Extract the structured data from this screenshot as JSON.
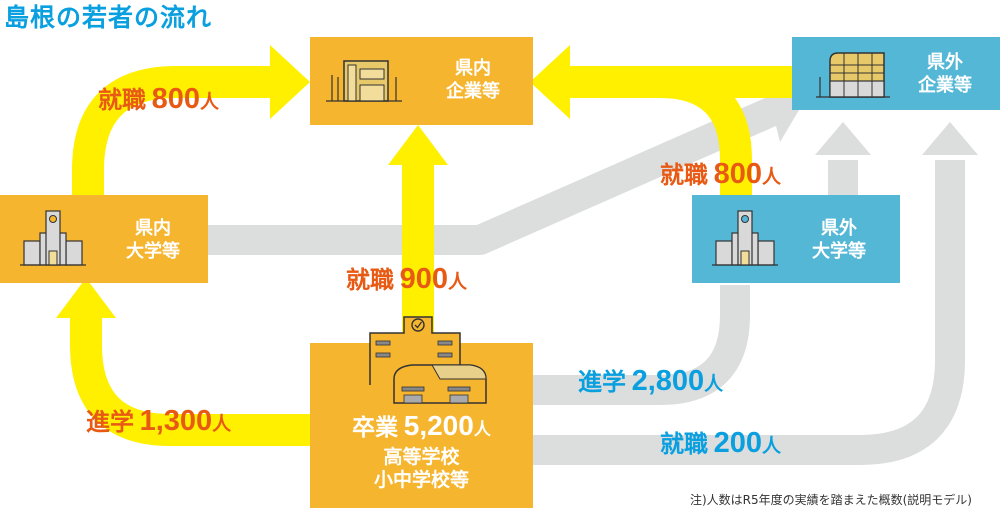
{
  "title": "島根の若者の流れ",
  "colors": {
    "title": "#0aa0e0",
    "local_box": "#f6b52e",
    "outside_box": "#55b7d6",
    "local_flow_arrow": "#fff000",
    "outside_flow_arrow": "#dcdddd",
    "local_label": "#e85a14",
    "outside_label": "#0aa0e0"
  },
  "nodes": {
    "pref_companies": {
      "label_line1": "県内",
      "label_line2": "企業等",
      "icon": "office-building-icon"
    },
    "outside_companies": {
      "label_line1": "県外",
      "label_line2": "企業等",
      "icon": "office-tower-icon"
    },
    "pref_universities": {
      "label_line1": "県内",
      "label_line2": "大学等",
      "icon": "university-icon"
    },
    "outside_universities": {
      "label_line1": "県外",
      "label_line2": "大学等",
      "icon": "university-icon"
    },
    "schools": {
      "headline_word": "卒業",
      "headline_num": "5,200",
      "headline_unit": "人",
      "label_line1": "高等学校",
      "label_line2": "小中学校等",
      "icon": "school-icon"
    }
  },
  "flows": [
    {
      "id": "pref-univ-to-pref-companies",
      "word": "就職",
      "num": "800",
      "unit": "人",
      "group": "local"
    },
    {
      "id": "outside-univ-to-pref-companies",
      "word": "就職",
      "num": "800",
      "unit": "人",
      "group": "local"
    },
    {
      "id": "schools-to-pref-companies",
      "word": "就職",
      "num": "900",
      "unit": "人",
      "group": "local"
    },
    {
      "id": "schools-to-pref-univ",
      "word": "進学",
      "num": "1,300",
      "unit": "人",
      "group": "local"
    },
    {
      "id": "schools-to-outside-univ",
      "word": "進学",
      "num": "2,800",
      "unit": "人",
      "group": "outside"
    },
    {
      "id": "schools-to-outside-companies",
      "word": "就職",
      "num": "200",
      "unit": "人",
      "group": "outside"
    }
  ],
  "note": "注)人数はR5年度の実績を踏まえた概数(説明モデル)"
}
